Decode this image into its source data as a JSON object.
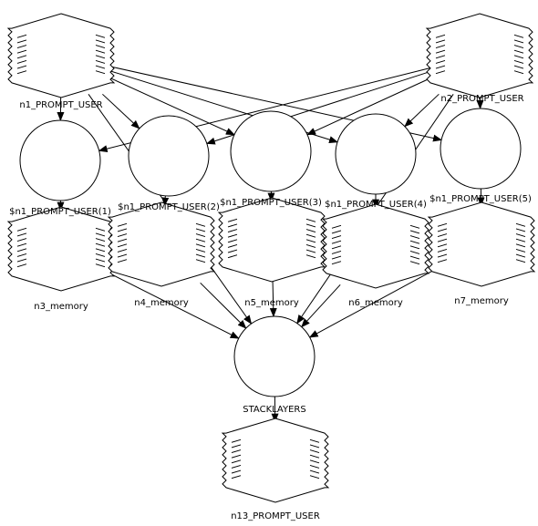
{
  "diagram": {
    "nodes": [
      {
        "id": "n1",
        "label": "n1_PROMPT_USER",
        "shape": "zigzag-box"
      },
      {
        "id": "n2",
        "label": "n2_PROMPT_USER",
        "shape": "zigzag-box"
      },
      {
        "id": "c1",
        "label": "$n1_PROMPT_USER(1)",
        "shape": "circle"
      },
      {
        "id": "c2",
        "label": "$n1_PROMPT_USER(2)",
        "shape": "circle"
      },
      {
        "id": "c3",
        "label": "$n1_PROMPT_USER(3)",
        "shape": "circle"
      },
      {
        "id": "c4",
        "label": "$n1_PROMPT_USER(4)",
        "shape": "circle"
      },
      {
        "id": "c5",
        "label": "$n1_PROMPT_USER(5)",
        "shape": "circle"
      },
      {
        "id": "m3",
        "label": "n3_memory",
        "shape": "zigzag-box"
      },
      {
        "id": "m4",
        "label": "n4_memory",
        "shape": "zigzag-box"
      },
      {
        "id": "m5",
        "label": "n5_memory",
        "shape": "zigzag-box"
      },
      {
        "id": "m6",
        "label": "n6_memory",
        "shape": "zigzag-box"
      },
      {
        "id": "m7",
        "label": "n7_memory",
        "shape": "zigzag-box"
      },
      {
        "id": "st",
        "label": "STACKLAYERS",
        "shape": "circle"
      },
      {
        "id": "n13",
        "label": "n13_PROMPT_USER",
        "shape": "zigzag-box"
      }
    ],
    "edges": [
      {
        "from": "n1",
        "to": "c1"
      },
      {
        "from": "n1",
        "to": "c2"
      },
      {
        "from": "n1",
        "to": "c3"
      },
      {
        "from": "n1",
        "to": "c4"
      },
      {
        "from": "n1",
        "to": "c5"
      },
      {
        "from": "n2",
        "to": "c1"
      },
      {
        "from": "n2",
        "to": "c2"
      },
      {
        "from": "n2",
        "to": "c3"
      },
      {
        "from": "n2",
        "to": "c4"
      },
      {
        "from": "n2",
        "to": "c5"
      },
      {
        "from": "c1",
        "to": "m3"
      },
      {
        "from": "c2",
        "to": "m4"
      },
      {
        "from": "c3",
        "to": "m5"
      },
      {
        "from": "c4",
        "to": "m6"
      },
      {
        "from": "c5",
        "to": "m7"
      },
      {
        "from": "n1",
        "to": "st"
      },
      {
        "from": "n2",
        "to": "st"
      },
      {
        "from": "m3",
        "to": "st"
      },
      {
        "from": "m4",
        "to": "st"
      },
      {
        "from": "m5",
        "to": "st"
      },
      {
        "from": "m6",
        "to": "st"
      },
      {
        "from": "m7",
        "to": "st"
      },
      {
        "from": "st",
        "to": "n13"
      }
    ]
  }
}
